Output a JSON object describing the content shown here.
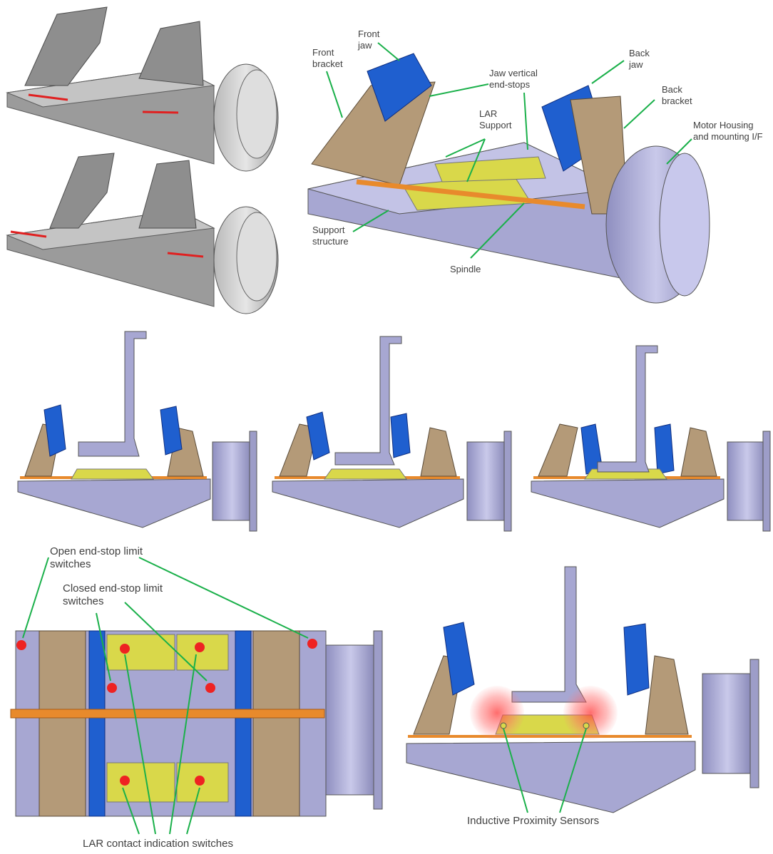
{
  "labels": {
    "front_jaw": [
      "Front",
      "jaw"
    ],
    "front_bracket": [
      "Front",
      "bracket"
    ],
    "jaw_end_stops": [
      "Jaw vertical",
      "end-stops"
    ],
    "lar_support": [
      "LAR",
      "Support"
    ],
    "back_jaw": [
      "Back",
      "jaw"
    ],
    "back_bracket": [
      "Back",
      "bracket"
    ],
    "motor_housing": [
      "Motor Housing",
      "and mounting I/F"
    ],
    "support_structure": [
      "Support",
      "structure"
    ],
    "spindle": "Spindle",
    "open_end_stop": [
      "Open end-stop limit",
      "switches"
    ],
    "closed_end_stop": [
      "Closed end-stop limit",
      "switches"
    ],
    "lar_contact": "LAR contact indication switches",
    "inductive_sensors": "Inductive Proximity Sensors"
  },
  "colors": {
    "jaw_blue": "#1f5fcf",
    "bracket_tan": "#b49a78",
    "structure_lavender": "#a7a7d2",
    "lar_yellow": "#d9d84a",
    "spindle_orange": "#e88a2c",
    "callout_green": "#1ab04a",
    "arrow_red": "#e02020",
    "sensor_red": "#ee2222"
  }
}
